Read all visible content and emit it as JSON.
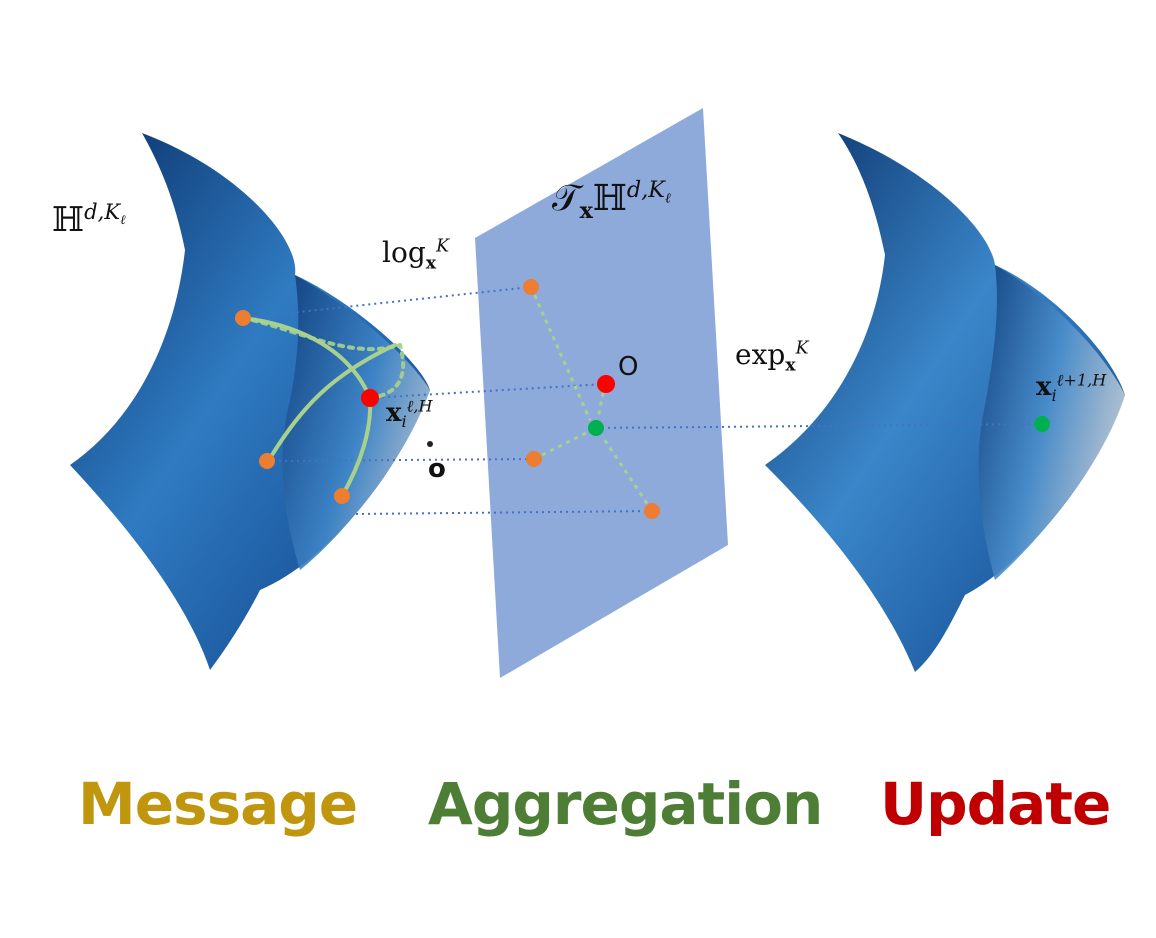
{
  "manifold_left_label": {
    "base": "ℍ",
    "sup": "d,K",
    "sup_sub": "ℓ"
  },
  "tangent_label": {
    "t": "𝒯",
    "t_sub": "x",
    "base": "ℍ",
    "sup": "d,K",
    "sup_sub": "ℓ"
  },
  "log_label": {
    "base": "log",
    "sub": "x",
    "sup": "K"
  },
  "exp_label": {
    "base": "exp",
    "sub": "x",
    "sup": "K"
  },
  "node_left_label": {
    "base": "x",
    "sub": "i",
    "sup": "ℓ,H"
  },
  "node_right_label": {
    "base": "x",
    "sub": "i",
    "sup": "ℓ+1,H"
  },
  "origin_left": "o",
  "origin_tangent": "O",
  "stages": {
    "message": "Message",
    "aggregation": "Aggregation",
    "update": "Update"
  },
  "colors": {
    "message": "#c0960e",
    "aggregation": "#4e7d35",
    "update": "#c00000",
    "tangent_plane": "#8eaadb",
    "neighbor_node": "#ed7d31",
    "center_node": "#ff0000",
    "aggregated_node": "#00b050",
    "edge": "#a9d18e",
    "projection_line": "#4472c4",
    "manifold_dark": "#0b3570",
    "manifold_light": "#7fb4df"
  }
}
